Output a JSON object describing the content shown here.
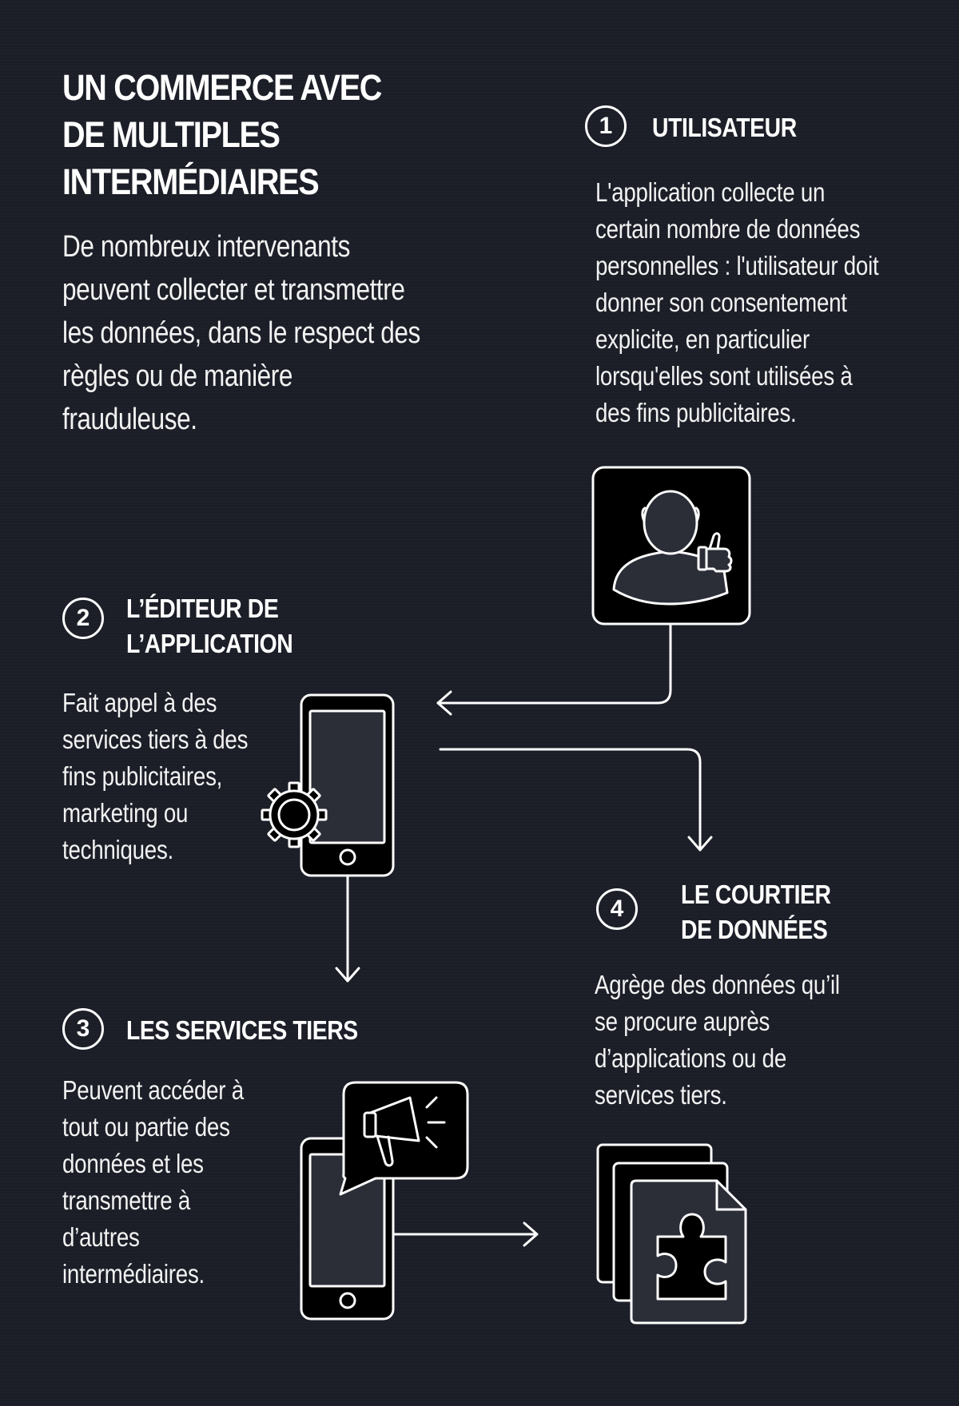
{
  "header": {
    "title": "UN COMMERCE AVEC\nDE MULTIPLES\nINTERMÉDIAIRES",
    "intro": "De nombreux intervenants peuvent collecter et transmettre les données, dans le respect des règles ou de manière frauduleuse."
  },
  "steps": [
    {
      "number": "1",
      "title": "UTILISATEUR",
      "body": "L'application collecte un certain nombre de données personnelles : l'utilisateur doit donner son consentement explicite, en particulier lorsqu'elles sont utilisées à des fins publicitaires.",
      "icon": "user-thumbs-up-icon"
    },
    {
      "number": "2",
      "title": "L’ÉDITEUR DE\nL’APPLICATION",
      "body": "Fait appel à des services tiers à des fins publicitaires, marketing ou techniques.",
      "icon": "phone-gear-icon"
    },
    {
      "number": "3",
      "title": "LES SERVICES TIERS",
      "body": "Peuvent accéder à tout ou partie des données et les transmettre à d’autres intermédiaires.",
      "icon": "phone-megaphone-icon"
    },
    {
      "number": "4",
      "title": "LE COURTIER\nDE DONNÉES",
      "body": "Agrège des données qu’il se procure auprès d’applications ou de services tiers.",
      "icon": "documents-puzzle-icon"
    }
  ],
  "colors": {
    "background": "#1b1e27",
    "foreground": "#ffffff",
    "icon_fill": "#2b2e37",
    "icon_box": "#000000"
  }
}
